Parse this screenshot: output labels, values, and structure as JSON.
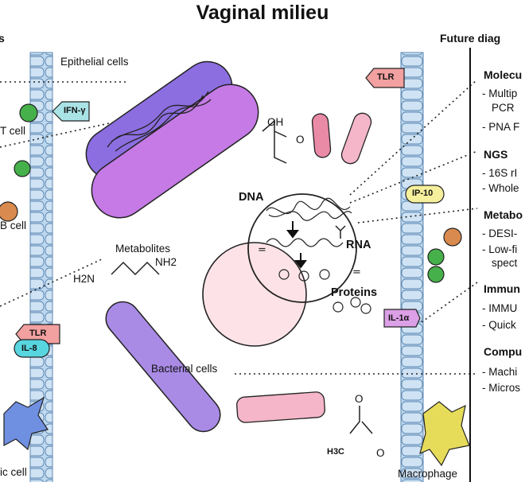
{
  "title": "Vaginal milieu",
  "left_panel": {
    "header_fragment": "s",
    "labels": {
      "t_cell": "T cell",
      "b_cell": "B cell",
      "dendritic_cell": "ic cell"
    },
    "markers": {
      "ifn": "IFN-γ",
      "tlr": "TLR",
      "il8": "IL-8"
    }
  },
  "center": {
    "epithelial_cells": "Epithelial cells",
    "metabolites": "Metabolites",
    "dna": "DNA",
    "rna": "RNA",
    "proteins": "Proteins",
    "bacterial_cells": "Bacterial cells",
    "macrophage": "Macrophage",
    "putrescine_left": "H2N",
    "putrescine_right": "NH2",
    "lactic_oh": "OH",
    "lactic_o": "O",
    "acetic_o_top": "O",
    "acetic_ch3": "H3C",
    "acetic_o_right": "O"
  },
  "right_markers": {
    "tlr": "TLR",
    "ip10": "IP-10",
    "il1a": "IL-1α"
  },
  "future": {
    "header": "Future diag",
    "sections": [
      {
        "heading": "Molecu",
        "items": [
          "- Multip",
          "PCR",
          "- PNA F"
        ]
      },
      {
        "heading": "NGS",
        "items": [
          "- 16S rI",
          "- Whole"
        ]
      },
      {
        "heading": "Metabo",
        "items": [
          "- DESI-",
          "- Low-fi",
          "spect"
        ]
      },
      {
        "heading": "Immun",
        "items": [
          "- IMMU",
          "- Quick"
        ]
      },
      {
        "heading": "Compu",
        "items": [
          "- Machi",
          "- Micros"
        ]
      }
    ]
  },
  "colors": {
    "epithelium_fill": "#bcd7ee",
    "epithelium_stroke": "#5b86b0",
    "rod_purple": "#8c6ee0",
    "rod_magenta": "#c57ae6",
    "rod_lavender": "#a98be6",
    "pink_dark": "#e98aa6",
    "pink_light": "#f4b6c8",
    "t_cell_green": "#46b04a",
    "b_cell_orange": "#d98a4e",
    "dendritic_blue": "#6f8fe0",
    "macrophage_yellow": "#e6dc5a",
    "marker_tlr": "#f2a0a0",
    "marker_ifn": "#a9e3e6",
    "marker_il8": "#58d6e0",
    "marker_ip10": "#f6ef9c",
    "marker_il1a": "#dca0e6"
  }
}
